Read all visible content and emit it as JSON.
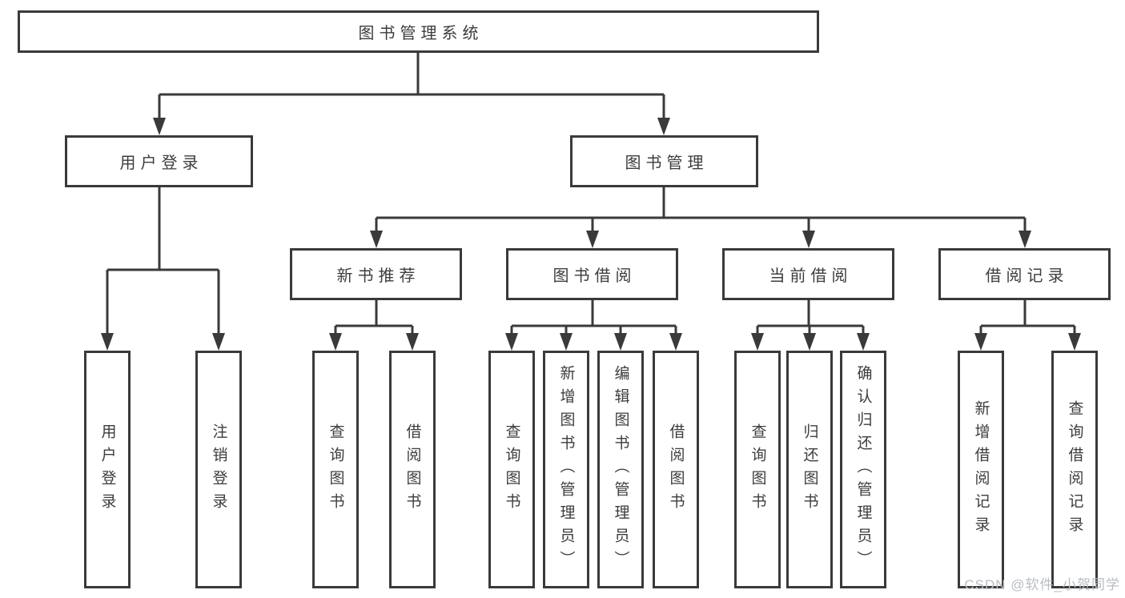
{
  "diagram": {
    "root": {
      "label": "图书管理系统"
    },
    "login": {
      "label": "用户登录",
      "children": [
        {
          "label": "用户登录"
        },
        {
          "label": "注销登录"
        }
      ]
    },
    "manage": {
      "label": "图书管理",
      "children": [
        {
          "label": "新书推荐",
          "children": [
            {
              "label": "查询图书"
            },
            {
              "label": "借阅图书"
            }
          ]
        },
        {
          "label": "图书借阅",
          "children": [
            {
              "label": "查询图书"
            },
            {
              "label": "新增图书（管理员）"
            },
            {
              "label": "编辑图书（管理员）"
            },
            {
              "label": "借阅图书"
            }
          ]
        },
        {
          "label": "当前借阅",
          "children": [
            {
              "label": "查询图书"
            },
            {
              "label": "归还图书"
            },
            {
              "label": "确认归还（管理员）"
            }
          ]
        },
        {
          "label": "借阅记录",
          "children": [
            {
              "label": "新增借阅记录"
            },
            {
              "label": "查询借阅记录"
            }
          ]
        }
      ]
    }
  },
  "watermark": "CSDN @软件_小贺同学",
  "colors": {
    "line": "#3a3a3a",
    "text": "#3d3d3d",
    "watermark": "#b9bdc3",
    "background": "#ffffff"
  }
}
